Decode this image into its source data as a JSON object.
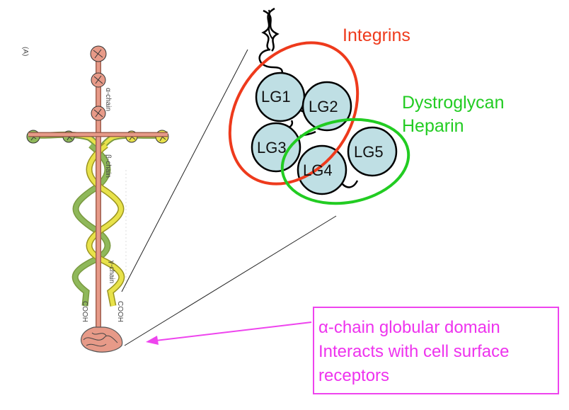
{
  "panel_tag": "(A)",
  "chain_labels": {
    "alpha": "α-chain",
    "beta": "β-chain",
    "gamma": "γ-chain",
    "cooh_left": "COOH",
    "cooh_right": "COOH"
  },
  "integrins_label": "Integrins",
  "dystroglycan_label": "Dystroglycan",
  "heparin_label": "Heparin",
  "domains": [
    "LG1",
    "LG2",
    "LG3",
    "LG4",
    "LG5"
  ],
  "note": {
    "line1": "α-chain globular domain",
    "line2": "Interacts with cell surface",
    "line3": "receptors"
  },
  "colors": {
    "alpha_chain": "#e79a88",
    "beta_chain": "#e8e24a",
    "gamma_chain": "#8fb85a",
    "integrins": "#ee3a1c",
    "dystroglycan": "#22cc22",
    "domain_fill": "#bfdfe4",
    "note": "#ee44ee"
  }
}
